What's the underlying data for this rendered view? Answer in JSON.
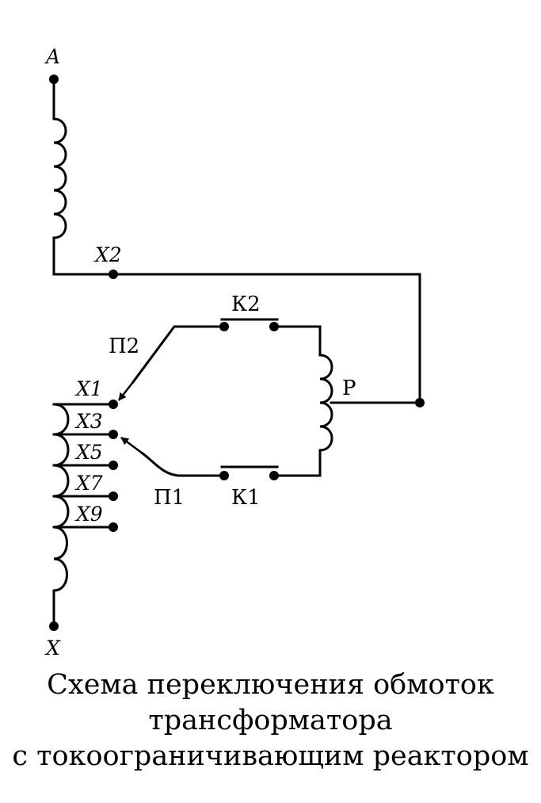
{
  "labels": {
    "A": "A",
    "X": "X",
    "X1": "X1",
    "X2": "X2",
    "X3": "X3",
    "X5": "X5",
    "X7": "X7",
    "X9": "X9",
    "K1": "К1",
    "K2": "К2",
    "P1": "П1",
    "P2": "П2",
    "R": "Р"
  },
  "caption": {
    "line1": "Схема переключения обмоток",
    "line2": "трансформатора",
    "line3": "с токоограничивающим реактором"
  }
}
